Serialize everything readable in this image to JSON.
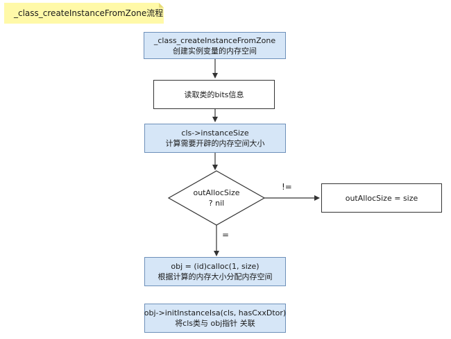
{
  "title": "_class_createInstanceFromZone流程",
  "nodes": {
    "start": {
      "line1": "_class_createInstanceFromZone",
      "line2": "创建实例变量的内存空间"
    },
    "read_bits": {
      "line1": "读取类的bits信息"
    },
    "instance_size": {
      "line1": "cls->instanceSize",
      "line2": "计算需要开辟的内存空间大小"
    },
    "decision": {
      "line1": "outAllocSize",
      "line2": "? nil"
    },
    "assign": {
      "line1": "outAllocSize = size"
    },
    "calloc": {
      "line1": "obj = (id)calloc(1, size)",
      "line2": "根据计算的内存大小分配内存空间"
    },
    "init_isa": {
      "line1": "obj->initInstanceIsa(cls, hasCxxDtor)",
      "line2": "将cls类与 obj指针 关联"
    }
  },
  "edge_labels": {
    "not_equal": "!=",
    "equal": "="
  },
  "colors": {
    "note_bg": "#fff9a8",
    "box_blue": "#d6e6f7",
    "box_blue_border": "#6c8fb9",
    "stroke": "#333333"
  }
}
